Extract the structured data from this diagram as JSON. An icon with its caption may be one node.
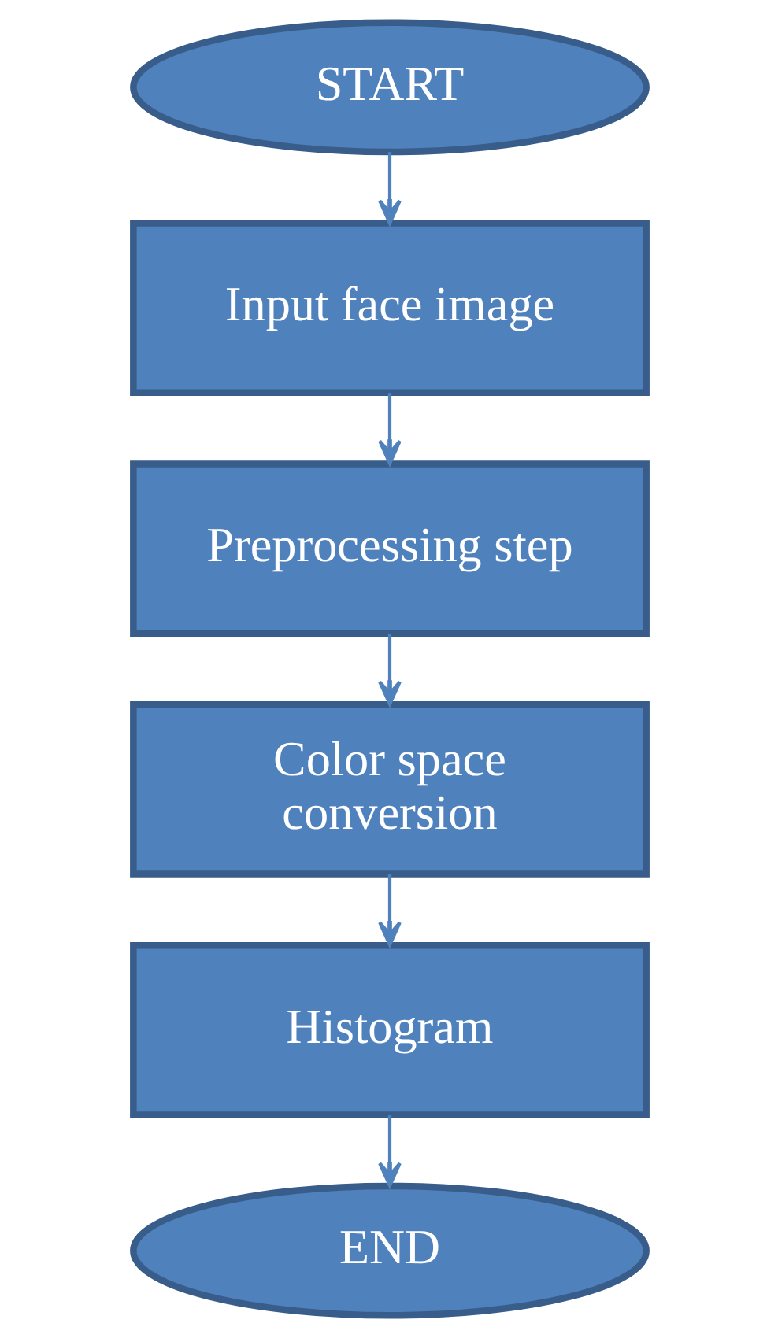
{
  "diagram": {
    "nodes": [
      {
        "text": [
          "START"
        ]
      },
      {
        "text": [
          "Input face image"
        ]
      },
      {
        "text": [
          "Preprocessing step"
        ]
      },
      {
        "text": [
          "Color space conversion"
        ]
      },
      {
        "text": [
          "Histogram"
        ]
      },
      {
        "text": [
          "END"
        ]
      }
    ],
    "edges": [
      {
        "from": 0,
        "to": 1,
        "arrow": "to"
      },
      {
        "from": 1,
        "to": 2,
        "arrow": "to"
      },
      {
        "from": 2,
        "to": 3,
        "arrow": "to"
      },
      {
        "from": 3,
        "to": 4,
        "arrow": "to"
      },
      {
        "from": 4,
        "to": 5,
        "arrow": "to"
      }
    ]
  }
}
